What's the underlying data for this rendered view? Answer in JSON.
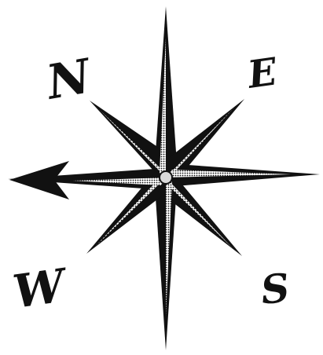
{
  "labels": {
    "north": "N",
    "east": "E",
    "west": "W",
    "south": "S"
  },
  "colors": {
    "ink": "#111111",
    "shade": "#d9d9d9",
    "background": "#ffffff"
  },
  "icons": {
    "main": "compass-rose-icon",
    "pointer": "arrowhead-icon"
  }
}
